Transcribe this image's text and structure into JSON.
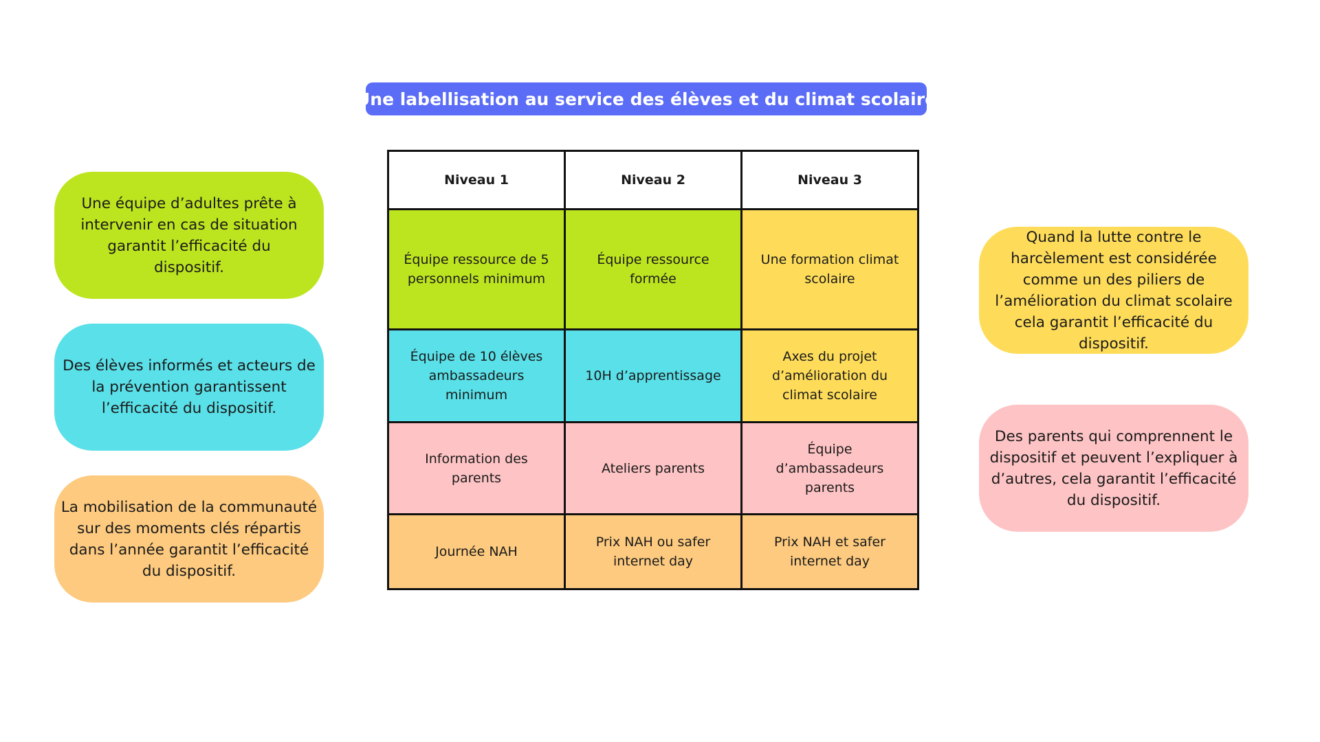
{
  "title": "Une labellisation au service des élèves et du climat scolaire",
  "colors": {
    "title_bg": "#5b6cf6",
    "green": "#bde51f",
    "cyan": "#5ae0e8",
    "orange": "#fdca7f",
    "yellow": "#fedc5a",
    "pink": "#fec3c4"
  },
  "left_bubbles": [
    {
      "text": "Une équipe d’adultes prête à intervenir en cas de situation garantit l’efficacité du dispositif.",
      "color": "#bde51f"
    },
    {
      "text": "Des élèves informés et acteurs de la prévention garantissent l’efficacité du dispositif.",
      "color": "#5ae0e8"
    },
    {
      "text": "La mobilisation de la communauté sur des moments clés répartis dans l’année garantit l’efficacité du dispositif.",
      "color": "#fdca7f"
    }
  ],
  "right_bubbles": [
    {
      "text": "Quand la lutte contre le harcèlement est considérée comme un des piliers de l’amélioration du climat scolaire cela garantit l’efficacité du dispositif.",
      "color": "#fedc5a"
    },
    {
      "text": "Des parents qui comprennent le dispositif et peuvent l’expliquer à d’autres, cela garantit l’efficacité du dispositif.",
      "color": "#fec3c4"
    }
  ],
  "table": {
    "headers": [
      "Niveau 1",
      "Niveau 2",
      "Niveau 3"
    ],
    "rows": [
      {
        "cells": [
          {
            "text": "Équipe ressource de 5 personnels minimum",
            "color": "#bde51f"
          },
          {
            "text": "Équipe ressource formée",
            "color": "#bde51f"
          },
          {
            "text": "Une formation climat scolaire",
            "color": "#fedc5a"
          }
        ]
      },
      {
        "cells": [
          {
            "text": "Équipe de 10 élèves ambassadeurs minimum",
            "color": "#5ae0e8"
          },
          {
            "text": "10H d’apprentissage",
            "color": "#5ae0e8"
          },
          {
            "text": "Axes du projet d’amélioration du climat scolaire",
            "color": "#fedc5a"
          }
        ]
      },
      {
        "cells": [
          {
            "text": "Information des parents",
            "color": "#fec3c4"
          },
          {
            "text": "Ateliers parents",
            "color": "#fec3c4"
          },
          {
            "text": "Équipe d’ambassadeurs parents",
            "color": "#fec3c4"
          }
        ]
      },
      {
        "cells": [
          {
            "text": "Journée NAH",
            "color": "#fdca7f"
          },
          {
            "text": "Prix NAH ou safer internet day",
            "color": "#fdca7f"
          },
          {
            "text": "Prix NAH et safer internet day",
            "color": "#fdca7f"
          }
        ]
      }
    ]
  }
}
